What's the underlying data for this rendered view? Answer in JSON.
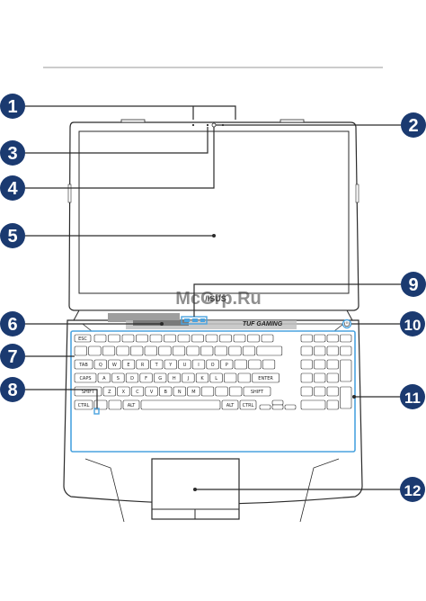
{
  "header_rule": true,
  "colors": {
    "callout": "#1b3a70",
    "outline": "#2a2a2a",
    "highlight": "#4aa3df",
    "vent": "#9e9e9e"
  },
  "branding": {
    "lid_logo": "/ISUS",
    "deck_logo": "TUF GAMING"
  },
  "watermark": "McGrp.Ru",
  "callouts": [
    {
      "number": "1"
    },
    {
      "number": "2"
    },
    {
      "number": "3"
    },
    {
      "number": "4"
    },
    {
      "number": "5"
    },
    {
      "number": "6"
    },
    {
      "number": "7"
    },
    {
      "number": "8"
    },
    {
      "number": "9"
    },
    {
      "number": "10"
    },
    {
      "number": "11"
    },
    {
      "number": "12"
    }
  ],
  "keys": {
    "esc": "ESC",
    "tab": "TAB",
    "caps": "CAPS",
    "shift": "SHIFT",
    "ctrl": "CTRL",
    "alt": "ALT",
    "enter": "ENTER",
    "row_qwerty": [
      "Q",
      "W",
      "E",
      "R",
      "T",
      "Y",
      "U",
      "I",
      "O",
      "P"
    ],
    "row_asdf": [
      "A",
      "S",
      "D",
      "F",
      "G",
      "H",
      "J",
      "K",
      "L"
    ],
    "row_zxcv": [
      "Z",
      "X",
      "C",
      "V",
      "B",
      "N",
      "M"
    ]
  }
}
